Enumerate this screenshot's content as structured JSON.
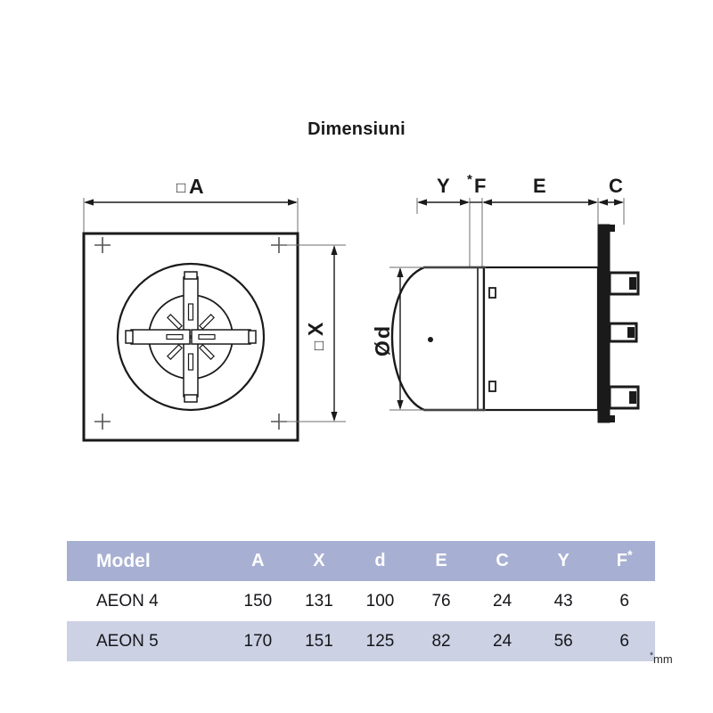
{
  "page": {
    "title": "Dimensiuni",
    "footnote_star": "*",
    "footnote_unit": "mm"
  },
  "front_view": {
    "name": "front-view",
    "dimension_width_symbol": "□",
    "dimension_width_label": "A",
    "dimension_height_symbol": "□",
    "dimension_height_label": "X",
    "corner_marks": [
      "+",
      "+",
      "+",
      "+"
    ]
  },
  "side_view": {
    "name": "side-view",
    "dimensions_top": [
      {
        "label": "Y",
        "star": ""
      },
      {
        "label": "F",
        "star": "*"
      },
      {
        "label": "E",
        "star": ""
      },
      {
        "label": "C",
        "star": ""
      }
    ],
    "diameter_symbol": "Ø",
    "diameter_label": "d"
  },
  "table": {
    "columns": [
      "Model",
      "A",
      "X",
      "d",
      "E",
      "C",
      "Y",
      "F*"
    ],
    "columns_plain": {
      "model": "Model",
      "a": "A",
      "x": "X",
      "d": "d",
      "e": "E",
      "c": "C",
      "y": "Y",
      "f": "F",
      "f_star": "*"
    },
    "rows": [
      {
        "model": "AEON 4",
        "A": "150",
        "X": "131",
        "d": "100",
        "E": "76",
        "C": "24",
        "Y": "43",
        "F": "6"
      },
      {
        "model": "AEON 5",
        "A": "170",
        "X": "151",
        "d": "125",
        "E": "82",
        "C": "24",
        "Y": "56",
        "F": "6"
      }
    ]
  },
  "colors": {
    "header_bg": "#a7afd2",
    "row_alt_bg": "#ccd1e4",
    "row_plain_bg": "#ffffff",
    "header_text": "#ffffff",
    "body_text": "#16161a",
    "line": "#1a1a1a",
    "thin_line": "#6e6e6e"
  }
}
